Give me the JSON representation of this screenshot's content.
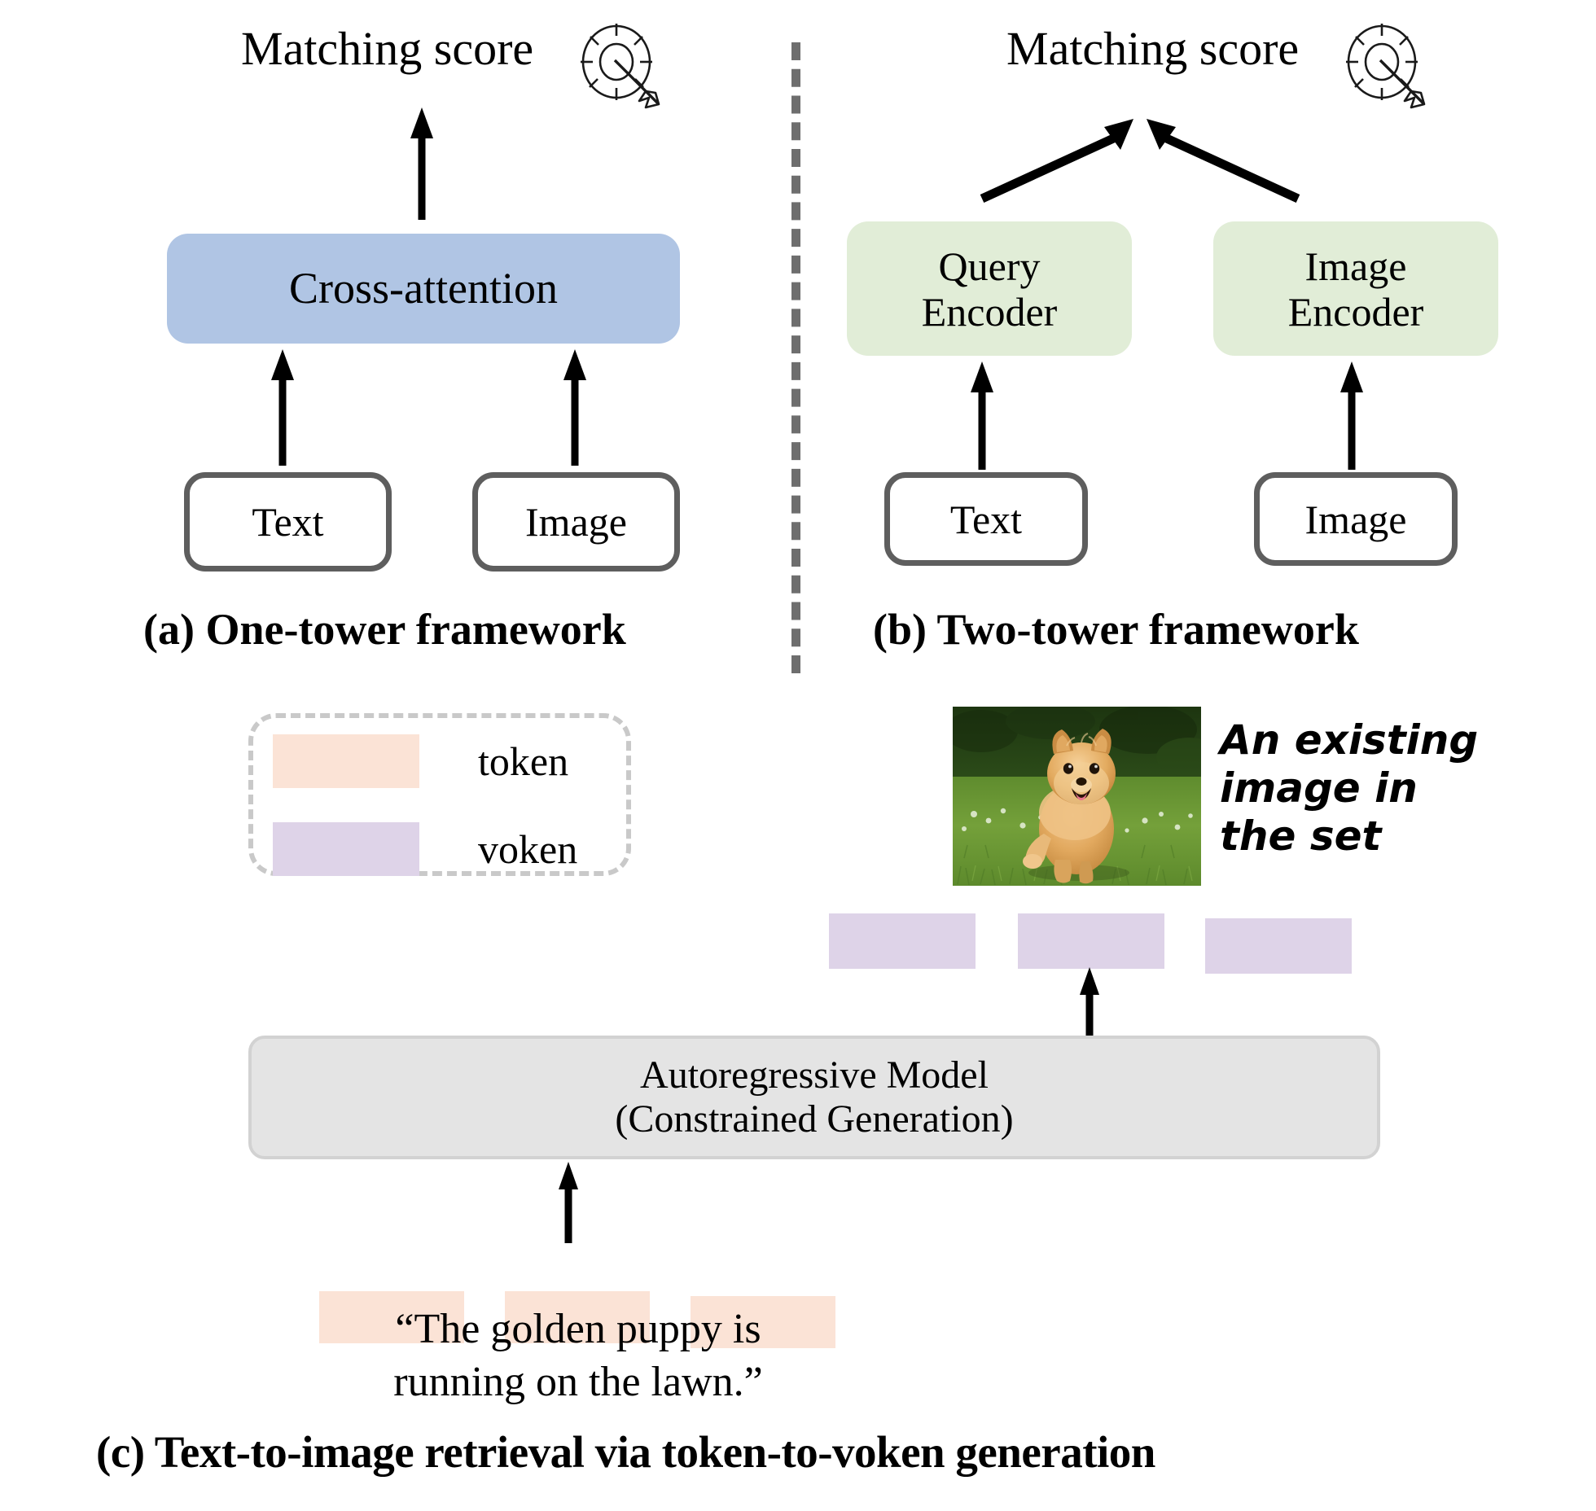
{
  "figure": {
    "panels": [
      {
        "id": "a",
        "caption": "(a) One-tower framework",
        "top_label": "Matching score",
        "top_icon": "target-arrow-icon",
        "nodes": [
          {
            "label": "Cross-attention",
            "kind": "module",
            "color": "#b0c5e4"
          },
          {
            "label": "Text",
            "kind": "input",
            "color": "#ffffff"
          },
          {
            "label": "Image",
            "kind": "input",
            "color": "#ffffff"
          }
        ]
      },
      {
        "id": "b",
        "caption": "(b) Two-tower framework",
        "top_label": "Matching score",
        "top_icon": "target-arrow-icon",
        "nodes": [
          {
            "label": "Query\nEncoder",
            "line1": "Query",
            "line2": "Encoder",
            "kind": "module",
            "color": "#e1edd7"
          },
          {
            "label": "Image\nEncoder",
            "line1": "Image",
            "line2": "Encoder",
            "kind": "module",
            "color": "#e1edd7"
          },
          {
            "label": "Text",
            "kind": "input",
            "color": "#ffffff"
          },
          {
            "label": "Image",
            "kind": "input",
            "color": "#ffffff"
          }
        ]
      },
      {
        "id": "c",
        "caption": "(c) Text-to-image retrieval via token-to-voken generation",
        "legend": {
          "items": [
            {
              "label": "token",
              "color": "#fbe3d6"
            },
            {
              "label": "voken",
              "color": "#ded3e8"
            }
          ]
        },
        "model": {
          "line1": "Autoregressive Model",
          "line2": "(Constrained Generation)",
          "color": "#e4e4e4"
        },
        "input_sequence": {
          "type": "token",
          "count": 3,
          "color": "#fbe3d6"
        },
        "output_sequence": {
          "type": "voken",
          "count": 3,
          "color": "#ded3e8"
        },
        "query_text_line1": "“The golden puppy is",
        "query_text_line2": "running on the lawn.”",
        "image_note_line1": "An existing",
        "image_note_line2": "image in",
        "image_note_line3": "the set",
        "photo_alt": "pomeranian puppy running on grass"
      }
    ],
    "divider": {
      "style": "dashed-vertical",
      "color": "#6e6e6e"
    },
    "panel_b_nodes": {
      "query_encoder_l1": "Query",
      "query_encoder_l2": "Encoder",
      "image_encoder_l1": "Image",
      "image_encoder_l2": "Encoder",
      "text": "Text",
      "image": "Image"
    },
    "panel_a_nodes": {
      "cross_attention": "Cross-attention",
      "text": "Text",
      "image": "Image"
    }
  }
}
